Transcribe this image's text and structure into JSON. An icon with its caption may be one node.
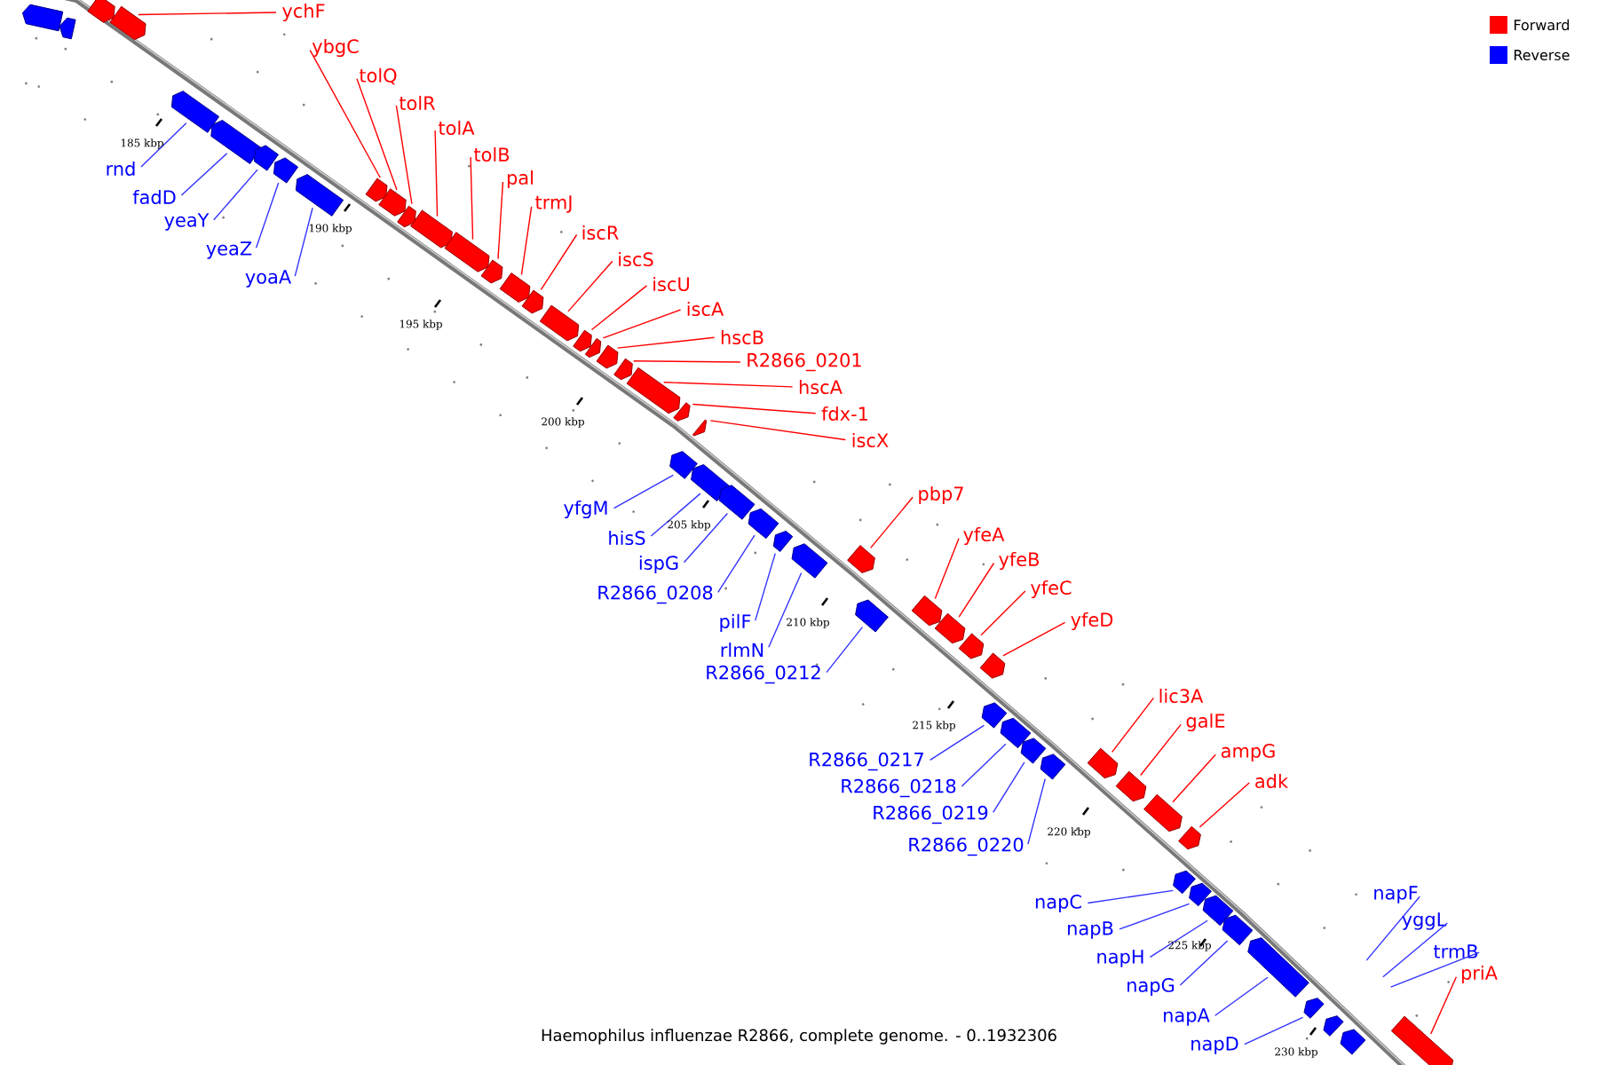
{
  "diagram": {
    "caption": "Haemophilus influenzae R2866, complete genome. - 0..1932306",
    "nodes": [
      {
        "text": [],
        "shape": "arrow"
      },
      {
        "text": [],
        "shape": "arrow"
      },
      {
        "text": [],
        "shape": "arrow"
      },
      {
        "text": [
          "ychF"
        ]
      },
      {
        "text": [],
        "shape": "arrow"
      },
      {
        "text": [
          "rnd"
        ]
      },
      {
        "text": [],
        "shape": "arrow"
      },
      {
        "text": [
          "fadD"
        ]
      },
      {
        "text": [],
        "shape": "arrow"
      },
      {
        "text": [
          "yeaY"
        ]
      },
      {
        "text": [],
        "shape": "arrow"
      },
      {
        "text": [
          "yeaZ"
        ]
      },
      {
        "text": [],
        "shape": "arrow"
      },
      {
        "text": [
          "yoaA"
        ]
      },
      {
        "text": [],
        "shape": "arrow"
      },
      {
        "text": [
          "ybgC"
        ]
      },
      {
        "text": [],
        "shape": "arrow"
      },
      {
        "text": [
          "tolQ"
        ]
      },
      {
        "text": [],
        "shape": "arrow"
      },
      {
        "text": [
          "tolR"
        ]
      },
      {
        "text": [],
        "shape": "arrow"
      },
      {
        "text": [
          "tolA"
        ]
      },
      {
        "text": [],
        "shape": "arrow"
      },
      {
        "text": [
          "tolB"
        ]
      },
      {
        "text": [],
        "shape": "arrow"
      },
      {
        "text": [
          "pal"
        ]
      },
      {
        "text": [],
        "shape": "arrow"
      },
      {
        "text": [
          "trmJ"
        ]
      },
      {
        "text": [],
        "shape": "arrow"
      },
      {
        "text": [
          "iscR"
        ]
      },
      {
        "text": [],
        "shape": "arrow"
      },
      {
        "text": [
          "iscS"
        ]
      },
      {
        "text": [],
        "shape": "arrow"
      },
      {
        "text": [
          "iscU"
        ]
      },
      {
        "text": [],
        "shape": "arrow"
      },
      {
        "text": [
          "iscA"
        ]
      },
      {
        "text": [],
        "shape": "arrow"
      },
      {
        "text": [
          "hscB"
        ]
      },
      {
        "text": [],
        "shape": "arrow"
      },
      {
        "text": [
          "R2866_0201"
        ]
      },
      {
        "text": [],
        "shape": "arrow"
      },
      {
        "text": [
          "hscA"
        ]
      },
      {
        "text": [],
        "shape": "arrow"
      },
      {
        "text": [
          "fdx-1"
        ]
      },
      {
        "text": [],
        "shape": "arrow"
      },
      {
        "text": [
          "iscX"
        ]
      },
      {
        "text": [],
        "shape": "arrow"
      },
      {
        "text": [
          "yfgM"
        ]
      },
      {
        "text": [],
        "shape": "arrow"
      },
      {
        "text": [
          "hisS"
        ]
      },
      {
        "text": [],
        "shape": "arrow"
      },
      {
        "text": [
          "ispG"
        ]
      },
      {
        "text": [],
        "shape": "arrow"
      },
      {
        "text": [
          "R2866_0208"
        ]
      },
      {
        "text": [],
        "shape": "arrow"
      },
      {
        "text": [
          "pilF"
        ]
      },
      {
        "text": [],
        "shape": "arrow"
      },
      {
        "text": [
          "rlmN"
        ]
      },
      {
        "text": [],
        "shape": "arrow"
      },
      {
        "text": [
          "R2866_0212"
        ]
      },
      {
        "text": [],
        "shape": "arrow"
      },
      {
        "text": [
          "pbp7"
        ]
      },
      {
        "text": [],
        "shape": "arrow"
      },
      {
        "text": [
          "yfeA"
        ]
      },
      {
        "text": [],
        "shape": "arrow"
      },
      {
        "text": [
          "yfeB"
        ]
      },
      {
        "text": [],
        "shape": "arrow"
      },
      {
        "text": [
          "yfeC"
        ]
      },
      {
        "text": [],
        "shape": "arrow"
      },
      {
        "text": [
          "yfeD"
        ]
      },
      {
        "text": [],
        "shape": "arrow"
      },
      {
        "text": [
          "R2866_0217"
        ]
      },
      {
        "text": [],
        "shape": "arrow"
      },
      {
        "text": [
          "R2866_0218"
        ]
      },
      {
        "text": [],
        "shape": "arrow"
      },
      {
        "text": [
          "R2866_0219"
        ]
      },
      {
        "text": [],
        "shape": "arrow"
      },
      {
        "text": [
          "R2866_0220"
        ]
      },
      {
        "text": [],
        "shape": "arrow"
      },
      {
        "text": [
          "lic3A"
        ]
      },
      {
        "text": [],
        "shape": "arrow"
      },
      {
        "text": [
          "galE"
        ]
      },
      {
        "text": [],
        "shape": "arrow"
      },
      {
        "text": [
          "ampG"
        ]
      },
      {
        "text": [],
        "shape": "arrow"
      },
      {
        "text": [
          "adk"
        ]
      },
      {
        "text": [],
        "shape": "arrow"
      },
      {
        "text": [
          "napC"
        ]
      },
      {
        "text": [],
        "shape": "arrow"
      },
      {
        "text": [
          "napB"
        ]
      },
      {
        "text": [],
        "shape": "arrow"
      },
      {
        "text": [
          "napH"
        ]
      },
      {
        "text": [],
        "shape": "arrow"
      },
      {
        "text": [
          "napG"
        ]
      },
      {
        "text": [],
        "shape": "arrow"
      },
      {
        "text": [
          "napA"
        ]
      },
      {
        "text": [],
        "shape": "arrow"
      },
      {
        "text": [
          "napD"
        ]
      },
      {
        "text": [],
        "shape": "arrow"
      },
      {
        "text": [],
        "shape": "arrow"
      },
      {
        "text": [],
        "shape": "arrow"
      },
      {
        "text": [
          "napF"
        ]
      },
      {
        "text": [
          "yggL"
        ]
      },
      {
        "text": [
          "trmB"
        ]
      },
      {
        "text": [
          "priA"
        ]
      },
      {
        "text": [],
        "shape": "arrow"
      }
    ],
    "edges": [
      {
        "from": 3,
        "to": 4,
        "arrow": "none"
      },
      {
        "from": 5,
        "to": 6,
        "arrow": "none",
        "color": "#3333ff"
      },
      {
        "from": 7,
        "to": 8,
        "arrow": "none",
        "color": "#3333ff"
      },
      {
        "from": 9,
        "to": 10,
        "arrow": "none",
        "color": "#3333ff"
      },
      {
        "from": 11,
        "to": 12,
        "arrow": "none",
        "color": "#3333ff"
      },
      {
        "from": 13,
        "to": 14,
        "arrow": "none",
        "color": "#3333ff"
      },
      {
        "from": 15,
        "to": 16,
        "arrow": "none"
      },
      {
        "from": 17,
        "to": 18,
        "arrow": "none"
      },
      {
        "from": 19,
        "to": 20,
        "arrow": "none"
      },
      {
        "from": 21,
        "to": 22,
        "arrow": "none"
      },
      {
        "from": 23,
        "to": 24,
        "arrow": "none"
      },
      {
        "from": 25,
        "to": 26,
        "arrow": "none"
      },
      {
        "from": 27,
        "to": 28,
        "arrow": "none"
      },
      {
        "from": 29,
        "to": 30,
        "arrow": "none"
      },
      {
        "from": 31,
        "to": 32,
        "arrow": "none"
      },
      {
        "from": 33,
        "to": 34,
        "arrow": "none"
      },
      {
        "from": 35,
        "to": 36,
        "arrow": "none"
      },
      {
        "from": 37,
        "to": 38,
        "arrow": "none"
      },
      {
        "from": 39,
        "to": 40,
        "arrow": "none"
      },
      {
        "from": 41,
        "to": 42,
        "arrow": "none"
      },
      {
        "from": 43,
        "to": 44,
        "arrow": "none"
      },
      {
        "from": 45,
        "to": 46,
        "arrow": "none"
      },
      {
        "from": 47,
        "to": 48,
        "arrow": "none",
        "color": "#3333ff"
      },
      {
        "from": 49,
        "to": 50,
        "arrow": "none",
        "color": "#3333ff"
      },
      {
        "from": 51,
        "to": 52,
        "arrow": "none",
        "color": "#3333ff"
      },
      {
        "from": 53,
        "to": 54,
        "arrow": "none",
        "color": "#3333ff"
      },
      {
        "from": 55,
        "to": 56,
        "arrow": "none",
        "color": "#3333ff"
      },
      {
        "from": 57,
        "to": 58,
        "arrow": "none",
        "color": "#3333ff"
      },
      {
        "from": 59,
        "to": 60,
        "arrow": "none",
        "color": "#3333ff"
      },
      {
        "from": 61,
        "to": 62,
        "arrow": "none"
      },
      {
        "from": 63,
        "to": 64,
        "arrow": "none"
      },
      {
        "from": 65,
        "to": 66,
        "arrow": "none"
      },
      {
        "from": 67,
        "to": 68,
        "arrow": "none"
      },
      {
        "from": 69,
        "to": 70,
        "arrow": "none"
      },
      {
        "from": 71,
        "to": 72,
        "arrow": "none",
        "color": "#3333ff"
      },
      {
        "from": 73,
        "to": 74,
        "arrow": "none",
        "color": "#3333ff"
      },
      {
        "from": 75,
        "to": 76,
        "arrow": "none",
        "color": "#3333ff"
      },
      {
        "from": 77,
        "to": 78,
        "arrow": "none",
        "color": "#3333ff"
      },
      {
        "from": 79,
        "to": 80,
        "arrow": "none"
      },
      {
        "from": 81,
        "to": 82,
        "arrow": "none"
      },
      {
        "from": 83,
        "to": 84,
        "arrow": "none"
      },
      {
        "from": 85,
        "to": 86,
        "arrow": "none"
      },
      {
        "from": 87,
        "to": 88,
        "arrow": "none",
        "color": "#3333ff"
      },
      {
        "from": 89,
        "to": 90,
        "arrow": "none",
        "color": "#3333ff"
      },
      {
        "from": 91,
        "to": 92,
        "arrow": "none",
        "color": "#3333ff"
      },
      {
        "from": 93,
        "to": 94,
        "arrow": "none",
        "color": "#3333ff"
      },
      {
        "from": 95,
        "to": 96,
        "arrow": "none",
        "color": "#3333ff"
      },
      {
        "from": 97,
        "to": 98,
        "arrow": "none",
        "color": "#3333ff"
      },
      {
        "from": 101,
        "to": null,
        "arrow": "none",
        "color": "#3333ff"
      },
      {
        "from": 102,
        "to": null,
        "arrow": "none",
        "color": "#3333ff"
      },
      {
        "from": 103,
        "to": null,
        "arrow": "none",
        "color": "#3333ff"
      },
      {
        "from": 104,
        "to": 105,
        "arrow": "none"
      }
    ],
    "labels": [
      "185 kbp",
      "190 kbp",
      "195 kbp",
      "200 kbp",
      "205 kbp",
      "210 kbp",
      "215 kbp",
      "220 kbp",
      "225 kbp",
      "230 kbp"
    ],
    "legend": [
      {
        "text": "Forward",
        "color": "#ff0000"
      },
      {
        "text": "Reverse",
        "color": "#0000ff"
      }
    ]
  }
}
